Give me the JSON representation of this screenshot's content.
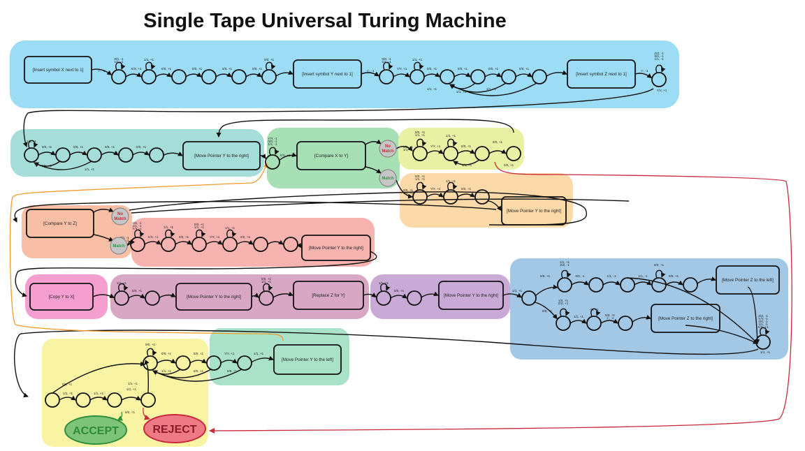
{
  "title": "Single Tape Universal Turing Machine",
  "colors": {
    "insert": "#9ddcf5",
    "moveY1": "#a5ddd8",
    "compareXY": "#a8e0b6",
    "noMatchXY": "#e9f2a4",
    "matchXY": "#fbd9a8",
    "compareYZ": "#f8bea6",
    "matchYZ": "#f7b3b0",
    "copy": "#f49fcf",
    "replace": "#d8a7c4",
    "moveY3": "#c9a9d6",
    "moveZ": "#a3c8e6",
    "final": "#f8f4a3",
    "moveLeft": "#a9e2c8",
    "accept_fill": "#7dc47a",
    "accept_stroke": "#2f8f3a",
    "accept_text": "#2d8a36",
    "reject_fill": "#ee7a85",
    "reject_stroke": "#c8283b",
    "reject_text": "#8a1a28",
    "nomatch_text": "#d02a3a",
    "match_text": "#2a9a4a",
    "orange_line": "#f39a2a",
    "red_line": "#c8283b"
  },
  "boxes": [
    {
      "id": "insX",
      "label": "[Insert symbol X next to 1]"
    },
    {
      "id": "insY",
      "label": "[Insert symbol Y next to 1]"
    },
    {
      "id": "insZ",
      "label": "[Insert symbol  Z next to 1]"
    },
    {
      "id": "mvY1",
      "label": "[Move Pointer Y to the right]"
    },
    {
      "id": "cmpXY",
      "label": "[Compare X to Y]"
    },
    {
      "id": "mvY2",
      "label": "[Move Pointer Y to the right]"
    },
    {
      "id": "cmpYZ",
      "label": "[Compare Y to Z]"
    },
    {
      "id": "mvY4",
      "label": "[Move Pointer Y to the right]"
    },
    {
      "id": "copy",
      "label": "[Copy Y to X]"
    },
    {
      "id": "mvY5",
      "label": "[Move Pointer Y to the right]"
    },
    {
      "id": "repl",
      "label": "[Replace Z for Y]"
    },
    {
      "id": "mvY3",
      "label": "[Move Pointer Y to the right]"
    },
    {
      "id": "mvZL",
      "label": "[Move Pointer Z to the left]"
    },
    {
      "id": "mvZR",
      "label": "[Move Pointer Z to the right]"
    },
    {
      "id": "mvYL",
      "label": "[Move Pointer Y to the left]"
    }
  ],
  "decisions": {
    "no_match": "No Match",
    "match": "Match"
  },
  "outcomes": {
    "accept": "ACCEPT",
    "reject": "REJECT"
  },
  "transition_labels": [
    {
      "id": "t1",
      "text": "-/-, -1"
    },
    {
      "id": "t2",
      "text": "0/0, -1"
    },
    {
      "id": "t3",
      "text": "1/1, -1"
    },
    {
      "id": "t4",
      "text": "X/X, +1"
    },
    {
      "id": "t5",
      "text": "1/1, +1"
    },
    {
      "id": "t6",
      "text": "0/0, +1"
    },
    {
      "id": "t7",
      "text": "0/0, +1"
    },
    {
      "id": "t8",
      "text": "0/0, +1"
    },
    {
      "id": "t9",
      "text": "0/0, +1"
    },
    {
      "id": "t10",
      "text": "0/0, +1"
    },
    {
      "id": "t11",
      "text": "-/-, -1"
    },
    {
      "id": "t12",
      "text": "0/0, -1"
    },
    {
      "id": "t13",
      "text": "1/1, -1"
    },
    {
      "id": "t14",
      "text": "Y/Y, +1"
    },
    {
      "id": "t15",
      "text": "1/1, +1"
    },
    {
      "id": "t16",
      "text": "0/0, +1"
    },
    {
      "id": "t17",
      "text": "0/0, +1"
    },
    {
      "id": "t18",
      "text": "0/0, +1"
    },
    {
      "id": "t19",
      "text": "0/0, +1"
    },
    {
      "id": "t20",
      "text": "1/1, +1"
    },
    {
      "id": "t21",
      "text": "1/1, +1"
    },
    {
      "id": "t22",
      "text": "1/1, +1"
    },
    {
      "id": "t23",
      "text": "-/-, -1"
    },
    {
      "id": "t24",
      "text": "Z/Z, -1"
    },
    {
      "id": "t25",
      "text": "0/0, -1"
    },
    {
      "id": "t26",
      "text": "1/1, -1"
    },
    {
      "id": "t27",
      "text": "Y/Y, +1"
    },
    {
      "id": "t28",
      "text": "1/1, +1"
    },
    {
      "id": "t29",
      "text": "0/0, +1"
    },
    {
      "id": "t30",
      "text": "0/0, +1"
    },
    {
      "id": "t31",
      "text": "0/0, +1"
    },
    {
      "id": "t32",
      "text": "0/0, +1"
    },
    {
      "id": "t33",
      "text": "1/1, +1"
    },
    {
      "id": "t34",
      "text": "1/1, +1"
    },
    {
      "id": "t35",
      "text": "Y/Y, -1"
    },
    {
      "id": "t36",
      "text": "0/0, -1"
    },
    {
      "id": "t37",
      "text": "1/1, -1"
    },
    {
      "id": "t38",
      "text": "X/X, +1"
    },
    {
      "id": "t39",
      "text": "0/0, +1"
    },
    {
      "id": "t40",
      "text": "1/1, +1"
    },
    {
      "id": "t41",
      "text": "0/0, +1"
    },
    {
      "id": "t42",
      "text": "1/1, +1"
    },
    {
      "id": "t43",
      "text": "Y/Y, +1"
    },
    {
      "id": "t44",
      "text": "1/1, +1"
    },
    {
      "id": "t45",
      "text": "0/0, +1"
    },
    {
      "id": "t46",
      "text": "1/1, +1"
    },
    {
      "id": "t47",
      "text": "0/0, +1"
    },
    {
      "id": "t48",
      "text": "0/0, +1"
    },
    {
      "id": "t49",
      "text": "0/0, +1"
    },
    {
      "id": "t50",
      "text": "1/1, +1"
    },
    {
      "id": "t51",
      "text": "0/0, +1"
    },
    {
      "id": "t52",
      "text": "1/1, +1"
    },
    {
      "id": "t53",
      "text": "Y/Y, +1"
    },
    {
      "id": "t54",
      "text": "1/1, +1"
    },
    {
      "id": "t55",
      "text": "0/0, +1"
    },
    {
      "id": "t56",
      "text": "0/0, -1"
    },
    {
      "id": "t57",
      "text": "1/1, -1"
    },
    {
      "id": "t58",
      "text": "Y/Y, -1"
    },
    {
      "id": "t59",
      "text": "0/0, -1"
    },
    {
      "id": "t60",
      "text": "1/1, -1"
    },
    {
      "id": "t61",
      "text": "X/X, +1"
    },
    {
      "id": "t62",
      "text": "1/1, +1"
    },
    {
      "id": "t63",
      "text": "0/0, +1"
    },
    {
      "id": "t64",
      "text": "0/0, +1"
    },
    {
      "id": "t65",
      "text": "1/1, +1"
    },
    {
      "id": "t66",
      "text": "Y/Y, +1"
    },
    {
      "id": "t67",
      "text": "1/1, +1"
    },
    {
      "id": "t68",
      "text": "0/0, +1"
    },
    {
      "id": "t69",
      "text": "1/1, +1"
    },
    {
      "id": "t70",
      "text": "0/0, +1"
    },
    {
      "id": "t71",
      "text": "0/0, +1"
    },
    {
      "id": "t72",
      "text": "1/1, +1"
    },
    {
      "id": "t73",
      "text": "1/1, +1"
    },
    {
      "id": "t74",
      "text": "0/0, +1"
    },
    {
      "id": "t75",
      "text": "1/1, +1"
    },
    {
      "id": "t76",
      "text": "0/0, +1"
    },
    {
      "id": "t77",
      "text": "1/1, +1"
    },
    {
      "id": "t78",
      "text": "Z/Z, -1"
    },
    {
      "id": "t79",
      "text": "0/0, -1"
    },
    {
      "id": "t80",
      "text": "1/1, -1"
    },
    {
      "id": "t81",
      "text": "1/1, -1"
    },
    {
      "id": "t82",
      "text": "0/0, +1"
    },
    {
      "id": "t83",
      "text": "0/0, +1"
    },
    {
      "id": "t84",
      "text": "0/0, +1"
    },
    {
      "id": "t85",
      "text": "1/0, +1"
    },
    {
      "id": "t86",
      "text": "Z/Z, +1"
    },
    {
      "id": "t87",
      "text": "1/1, +1"
    },
    {
      "id": "t88",
      "text": "-/0, +1"
    },
    {
      "id": "t89",
      "text": "0/0, +1"
    },
    {
      "id": "t90",
      "text": "-/-, -1"
    },
    {
      "id": "t91",
      "text": "Z/Z, -1"
    },
    {
      "id": "t92",
      "text": "Y/Y, -1"
    },
    {
      "id": "t93",
      "text": "0/0, -1"
    },
    {
      "id": "t94",
      "text": "1/1, -1"
    },
    {
      "id": "t95",
      "text": "X/X, +1"
    },
    {
      "id": "t96",
      "text": "1/1, +1"
    },
    {
      "id": "t97",
      "text": "0/0, +1"
    },
    {
      "id": "t98",
      "text": "0/0, +1"
    },
    {
      "id": "t99",
      "text": "0/0, +1"
    },
    {
      "id": "t100",
      "text": "Y/Y, +1"
    },
    {
      "id": "t101",
      "text": "1/1, +1"
    },
    {
      "id": "t102",
      "text": "1/1, +1"
    },
    {
      "id": "t103",
      "text": "0/0, +1"
    },
    {
      "id": "t104",
      "text": "0/0, +1"
    },
    {
      "id": "t105",
      "text": "1/1, +1"
    },
    {
      "id": "t106",
      "text": "1/1, +1"
    },
    {
      "id": "t107",
      "text": "1/1, +1"
    },
    {
      "id": "t108",
      "text": "1/1, +1"
    },
    {
      "id": "t109",
      "text": "0/0, +1"
    },
    {
      "id": "t110",
      "text": "0/0, +1"
    }
  ]
}
